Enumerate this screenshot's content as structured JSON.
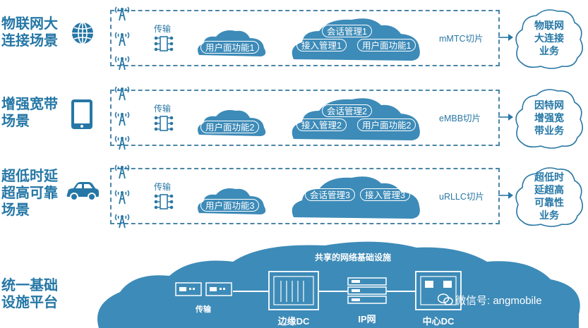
{
  "scenarios": [
    {
      "title_l1": "物联网大",
      "title_l2": "连接场景",
      "transport": "传输",
      "user_plane": "用户面功能1",
      "session": "会话管理1",
      "access": "接入管理1",
      "user_plane_b": "用户面功能1",
      "slice": "mMTC切片",
      "service": [
        "物联网",
        "大连接",
        "业务"
      ],
      "icon": "globe-icon"
    },
    {
      "title_l1": "增强宽带",
      "title_l2": "场景",
      "transport": "传输",
      "user_plane": "用户面功能2",
      "session": "会话管理2",
      "access": "接入管理2",
      "user_plane_b": "用户面功能2",
      "slice": "eMBB切片",
      "service": [
        "因特网",
        "增强宽",
        "带业务"
      ],
      "icon": "tablet-icon"
    },
    {
      "title_l1": "超低时延",
      "title_l2": "超高可靠",
      "title_l3": "场景",
      "transport": "传输",
      "user_plane": "用户面功能3",
      "session": "会话管理3",
      "access": "接入管理3",
      "slice": "uRLLC切片",
      "service": [
        "超低时",
        "延超高",
        "可靠性",
        "业务"
      ],
      "icon": "car-icon"
    }
  ],
  "platform": {
    "title_l1": "统一基础",
    "title_l2": "设施平台",
    "cloud_title": "共享的网络基础设施",
    "devices": [
      "传输",
      "边缘DC",
      "IP网",
      "中心DC"
    ]
  },
  "watermark": "微信号: angmobile",
  "colors": {
    "accent": "#2577a6",
    "cloud": "#3d8bb8",
    "dash": "#4a86a8"
  }
}
